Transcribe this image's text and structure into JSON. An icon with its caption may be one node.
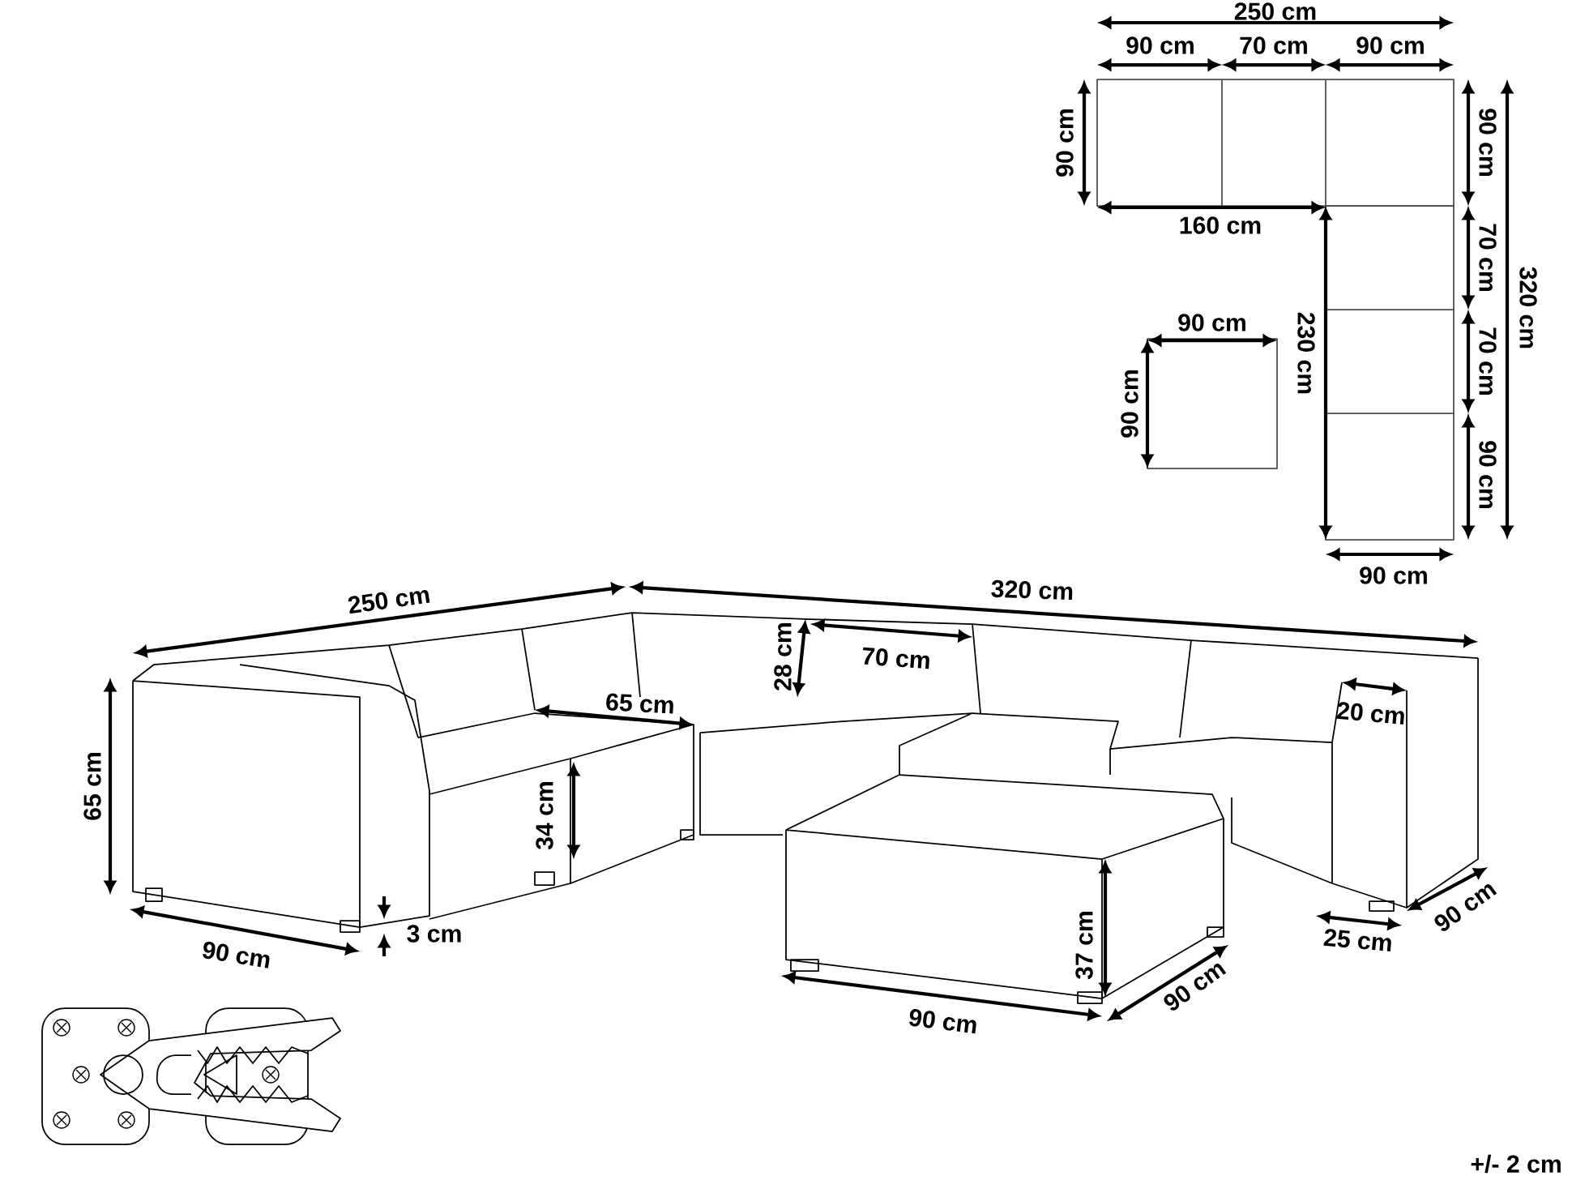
{
  "diagram": {
    "labels": [
      "250 cm",
      "90 cm",
      "70 cm",
      "90 cm",
      "90 cm",
      "90 cm",
      "160 cm",
      "70 cm",
      "320 cm",
      "230 cm",
      "70 cm",
      "90 cm",
      "90 cm",
      "90 cm",
      "90 cm",
      "250 cm",
      "320 cm",
      "28 cm",
      "70 cm",
      "65 cm",
      "20 cm",
      "65 cm",
      "34 cm",
      "90 cm",
      "3 cm",
      "37 cm",
      "90 cm",
      "90 cm",
      "25 cm",
      "90 cm",
      "+/- 2 cm"
    ]
  }
}
